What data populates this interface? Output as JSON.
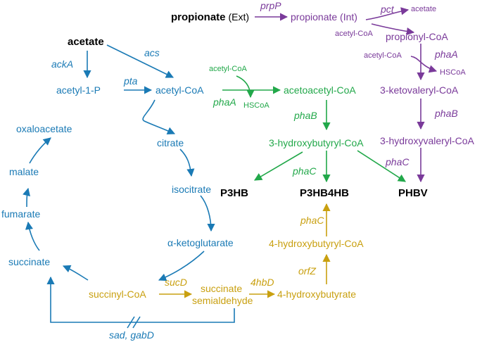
{
  "colors": {
    "blue": "#1a7ab5",
    "green": "#22a84a",
    "purple": "#7a3a9a",
    "gold": "#c9a010",
    "black": "#000000"
  },
  "nodes": {
    "propionate_ext_bold": "propionate",
    "propionate_ext_suffix": "(Ext)",
    "propionate_int": "propionate (Int)",
    "acetate_top": "acetate",
    "acetyl_coa_pct": "acetyl-CoA",
    "propionyl_coa": "propionyl-CoA",
    "acetyl_coa_phaA_purple": "acetyl-CoA",
    "hscoa_purple": "HSCoA",
    "ketovaleryl_coa": "3-ketovaleryl-CoA",
    "hydroxyvaleryl_coa": "3-hydroxyvaleryl-CoA",
    "acetate": "acetate",
    "acetyl_1_p": "acetyl-1-P",
    "acetyl_coa": "acetyl-CoA",
    "acetyl_coa_green": "acetyl-CoA",
    "hscoa_green": "HSCoA",
    "acetoacetyl_coa": "acetoacetyl-CoA",
    "hydroxybutyryl_coa": "3-hydroxybutyryl-CoA",
    "p3hb": "P3HB",
    "p3hb4hb": "P3HB4HB",
    "phbv": "PHBV",
    "oxaloacetate": "oxaloacetate",
    "citrate": "citrate",
    "isocitrate": "isocitrate",
    "malate": "malate",
    "fumarate": "fumarate",
    "succinate": "succinate",
    "alpha_ketoglutarate": "α-ketoglutarate",
    "succinyl_coa": "succinyl-CoA",
    "succinate_semialdehyde_1": "succinate",
    "succinate_semialdehyde_2": "semialdehyde",
    "hydroxybutyrate_4": "4-hydroxybutyrate",
    "hydroxybutyryl_coa_4": "4-hydroxybutyryl-CoA"
  },
  "enzymes": {
    "prpP": "prpP",
    "pct": "pct",
    "phaA_purple": "phaA",
    "phaB_purple": "phaB",
    "phaC_purple": "phaC",
    "ackA": "ackA",
    "acs": "acs",
    "pta": "pta",
    "phaA_green": "phaA",
    "phaB_green": "phaB",
    "phaC_green": "phaC",
    "phaC_gold": "phaC",
    "orfZ": "orfZ",
    "sucD": "sucD",
    "hbd4": "4hbD",
    "sad_gabD": "sad, gabD"
  }
}
